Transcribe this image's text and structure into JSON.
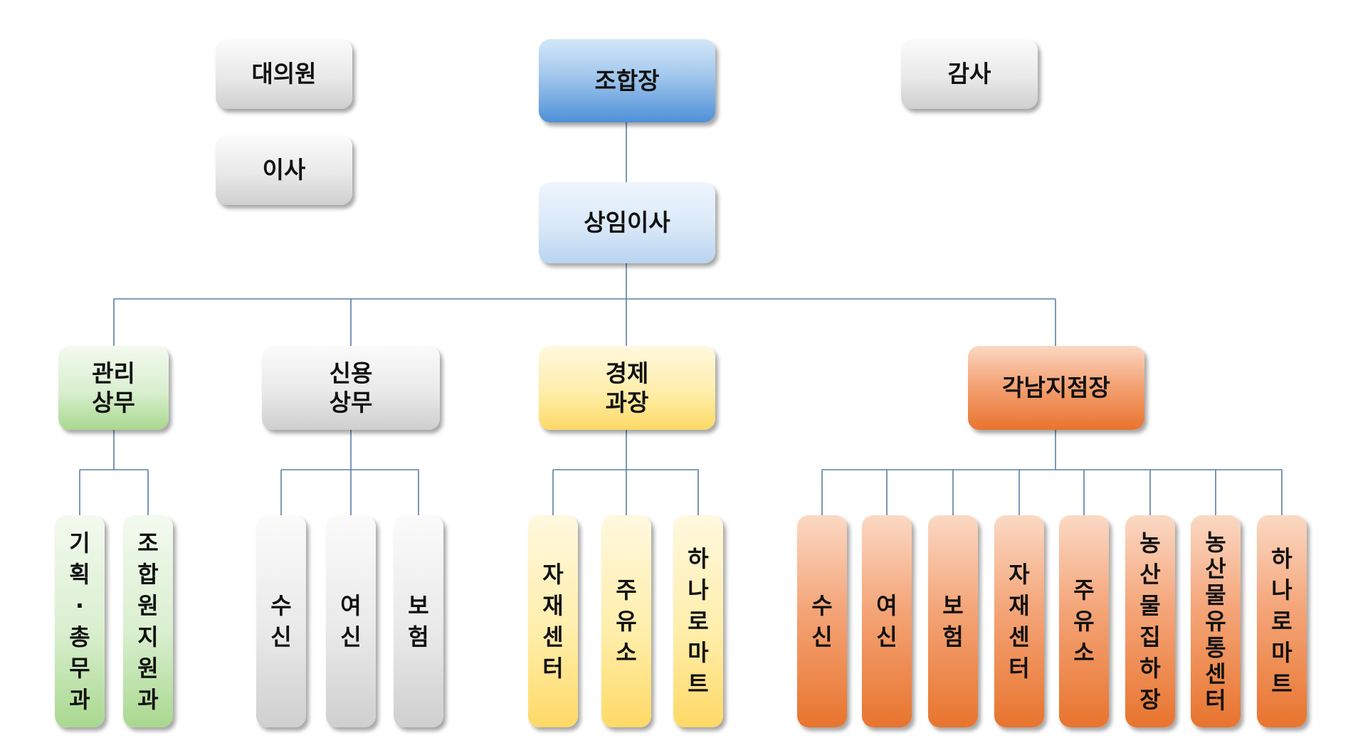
{
  "top": {
    "representatives": "대의원",
    "directors": "이사",
    "president": "조합장",
    "auditor": "감사",
    "executive_director": "상임이사"
  },
  "departments": {
    "management": {
      "line1": "관리",
      "line2": "상무"
    },
    "credit": {
      "line1": "신용",
      "line2": "상무"
    },
    "economy": {
      "line1": "경제",
      "line2": "과장"
    },
    "branches": "각남지점장"
  },
  "sub_units": {
    "management": [
      "기획·총무과",
      "조합원지원과"
    ],
    "credit": [
      "수신",
      "여신",
      "보험"
    ],
    "economy": [
      "자재센터",
      "주유소",
      "하나로마트"
    ],
    "branches": [
      "수신",
      "여신",
      "보험",
      "자재센터",
      "주유소",
      "농산물집하장",
      "농산물유통센터",
      "하나로마트"
    ]
  }
}
